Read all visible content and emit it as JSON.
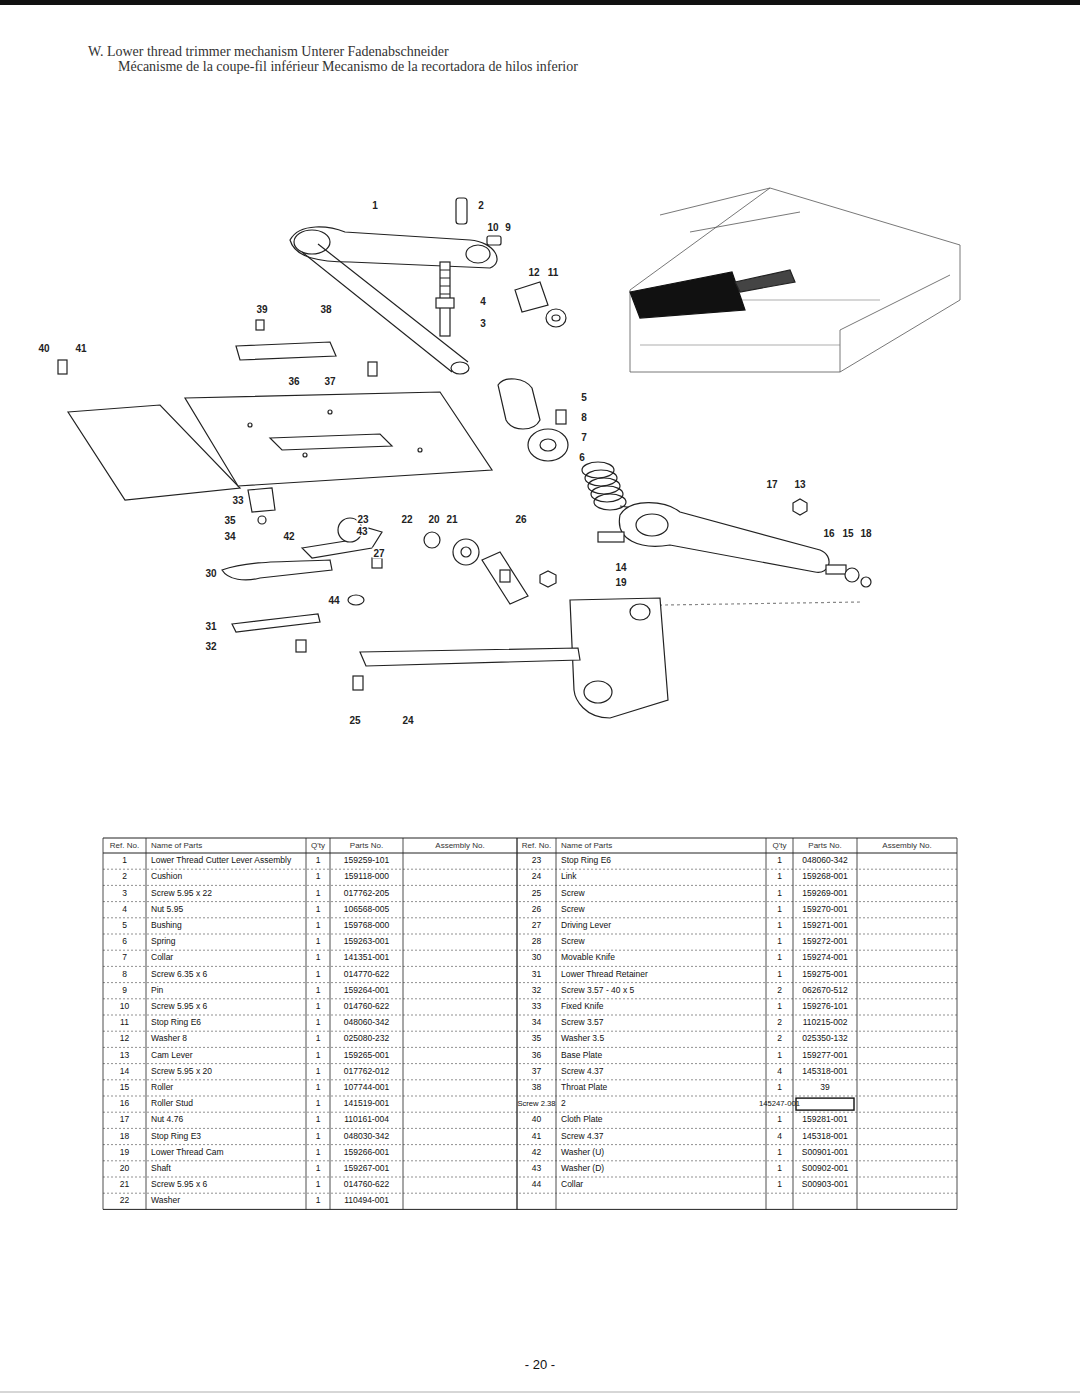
{
  "diagram": {
    "title": "W. Lower thread trimmer mechanism Unterer Fadenabschneider",
    "labels": [
      "Mécanisme de la coupe-fil inférieur Mecanismo de la recortadora de hilos inferior",
      "1",
      "2",
      "10",
      "9",
      "12",
      "11",
      "4",
      "3",
      "39",
      "38",
      "40",
      "41",
      "36",
      "37",
      "5",
      "8",
      "7",
      "6",
      "17",
      "13",
      "33",
      "35",
      "34",
      "23",
      "22",
      "20",
      "21",
      "26",
      "16",
      "15",
      "18",
      "42",
      "43",
      "27",
      "14",
      "30",
      "19",
      "44",
      "31",
      "32",
      "25",
      "24",
      "Ref. No.",
      "Name of Parts",
      "Q'ty",
      "Parts No.",
      "Assembly No.",
      "Ref. No.",
      "Name of Parts",
      "Q'ty",
      "Parts No.",
      "Assembly No.",
      "1",
      "Lower Thread Cutter Lever Assembly",
      "1",
      "159259-101",
      "2",
      "Cushion",
      "1",
      "159118-000",
      "3",
      "Screw 5.95 x 22",
      "1",
      "017762-205",
      "4",
      "Nut 5.95",
      "1",
      "106568-005",
      "5",
      "Bushing",
      "1",
      "159768-000",
      "6",
      "Spring",
      "1",
      "159263-001",
      "7",
      "Collar",
      "1",
      "141351-001",
      "8",
      "Screw 6.35 x 6",
      "1",
      "014770-622",
      "9",
      "Pin",
      "1",
      "159264-001",
      "10",
      "Screw 5.95 x 6",
      "1",
      "014760-622",
      "11",
      "Stop Ring E6",
      "1",
      "048060-342",
      "12",
      "Washer 8",
      "1",
      "025080-232",
      "13",
      "Cam Lever",
      "1",
      "159265-001",
      "14",
      "Screw 5.95 x 20",
      "1",
      "017762-012",
      "15",
      "Roller",
      "1",
      "107744-001",
      "16",
      "Roller Stud",
      "1",
      "141519-001",
      "17",
      "Nut 4.76",
      "1",
      "110161-004",
      "18",
      "Stop Ring E3",
      "1",
      "048030-342",
      "19",
      "Lower Thread Cam",
      "1",
      "159266-001",
      "20",
      "Shaft",
      "1",
      "159267-001",
      "21",
      "Screw 5.95 x 6",
      "1",
      "014760-622",
      "22",
      "Washer",
      "1",
      "110494-001",
      "23",
      "Stop Ring E6",
      "1",
      "048060-342",
      "24",
      "Link",
      "1",
      "159268-001",
      "25",
      "Screw",
      "1",
      "159269-001",
      "26",
      "Screw",
      "1",
      "159270-001",
      "27",
      "Driving Lever",
      "1",
      "159271-001",
      "28",
      "Screw",
      "1",
      "159272-001",
      "30",
      "Movable Knife",
      "1",
      "159274-001",
      "31",
      "Lower Thread Retainer",
      "1",
      "159275-001",
      "32",
      "Screw 3.57 - 40 x 5",
      "2",
      "062670-512",
      "33",
      "Fixed Knife",
      "1",
      "159276-101",
      "34",
      "Screw 3.57",
      "2",
      "110215-002",
      "35",
      "Washer 3.5",
      "2",
      "025350-132",
      "36",
      "Base Plate",
      "1",
      "159277-001",
      "37",
      "Screw 4.37",
      "4",
      "145318-001",
      "38",
      "Throat Plate",
      "1",
      "39",
      "Screw 2.38",
      "2",
      "145247-001",
      "40",
      "Cloth Plate",
      "1",
      "159281-001",
      "41",
      "Screw 4.37",
      "4",
      "145318-001",
      "42",
      "Washer (U)",
      "1",
      "S00901-001",
      "43",
      "Washer (D)",
      "1",
      "S00902-001",
      "44",
      "Collar",
      "1",
      "S00903-001",
      "- 20 -"
    ]
  }
}
